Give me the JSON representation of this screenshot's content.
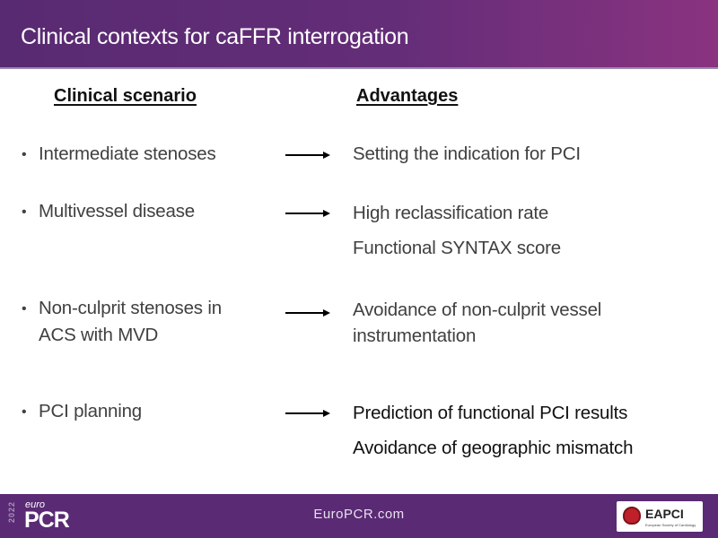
{
  "header": {
    "title": "Clinical contexts for caFFR interrogation"
  },
  "columns": {
    "scenario": "Clinical scenario",
    "advantages": "Advantages"
  },
  "rows": [
    {
      "scenario": [
        "Intermediate stenoses"
      ],
      "advantages": [
        "Setting the indication for PCI"
      ]
    },
    {
      "scenario": [
        "Multivessel disease"
      ],
      "advantages": [
        "High reclassification rate",
        "Functional SYNTAX score"
      ]
    },
    {
      "scenario": [
        "Non-culprit stenoses in",
        "ACS with MVD"
      ],
      "advantages": [
        "Avoidance of non-culprit vessel",
        "instrumentation"
      ]
    },
    {
      "scenario": [
        "PCI planning"
      ],
      "advantages": [
        "Prediction of functional PCI results",
        "Avoidance of geographic mismatch"
      ]
    }
  ],
  "footer": {
    "url": "EuroPCR.com",
    "logo_year": "2022",
    "logo_euro": "euro",
    "logo_pcr": "PCR",
    "partner_logo": "EAPCI",
    "partner_sub": "European Society of Cardiology"
  },
  "colors": {
    "header": "#5a2a74",
    "accent": "#8a3380",
    "text": "#404040"
  }
}
